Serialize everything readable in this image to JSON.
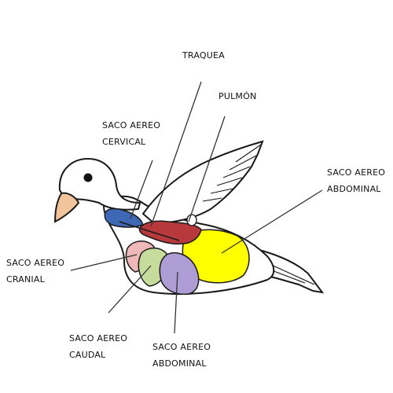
{
  "labels": {
    "traquea": "TRAQUEA",
    "pulmon": "PULMÓN",
    "saco_cervical": {
      "line1": "SACO AEREO",
      "line2": "CERVICAL"
    },
    "saco_abdominal_right": {
      "line1": "SACO AEREO",
      "line2": "ABDOMINAL"
    },
    "saco_cranial": {
      "line1": "SACO AEREO",
      "line2": "CRANIAL"
    },
    "saco_caudal": {
      "line1": "SACO AEREO",
      "line2": "CAUDAL"
    },
    "saco_abdominal_bottom": {
      "line1": "SACO AEREO",
      "line2": "ABDOMINAL"
    }
  },
  "colors": {
    "outline": "#1a1a1a",
    "beak": "#f2c49b",
    "cervical_sac": "#3f68b4",
    "lung": "#b8393b",
    "abdominal_sac": "#ffff00",
    "cranial_sac": "#f0b8b8",
    "caudal_sac": "#c5dc9c",
    "abdominal_sac_lower": "#ae9cd4"
  }
}
